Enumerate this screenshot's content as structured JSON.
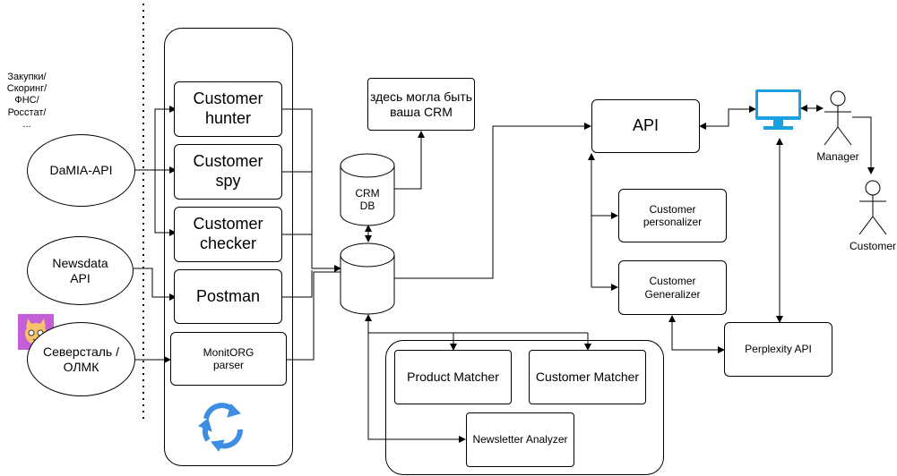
{
  "sources": {
    "note": "Закупки/\nСкоринг/\nФНС/\nРосстат/\n...",
    "damia": "DaMIA-API",
    "newsdata": "Newsdata\nAPI",
    "severstal": "Северсталь /\nОЛМК"
  },
  "modules": {
    "hunter": "Customer\nhunter",
    "spy": "Customer\nspy",
    "checker": "Customer\nchecker",
    "postman": "Postman",
    "monitorg": "MonitORG\nparser"
  },
  "storage": {
    "crm_db": "CRM\nDB",
    "crm_note": "здесь могла быть\nваша CRM"
  },
  "services": {
    "api": "API",
    "personalizer": "Customer\npersonalizer",
    "generalizer": "Customer\nGeneralizer",
    "perplexity": "Perplexity API",
    "product_matcher": "Product Matcher",
    "customer_matcher": "Customer Matcher",
    "newsletter": "Newsletter Analyzer"
  },
  "actors": {
    "manager": "Manager",
    "customer": "Customer"
  },
  "colors": {
    "monitor": "#1ba1e2",
    "recycle": "#3d8ee3",
    "avatar_bg": "#c45fd9"
  },
  "icons": {
    "monitor": "monitor-icon",
    "recycle": "recycle-icon",
    "avatar": "cat-avatar-icon",
    "manager": "stick-figure-icon",
    "customer": "stick-figure-icon"
  }
}
